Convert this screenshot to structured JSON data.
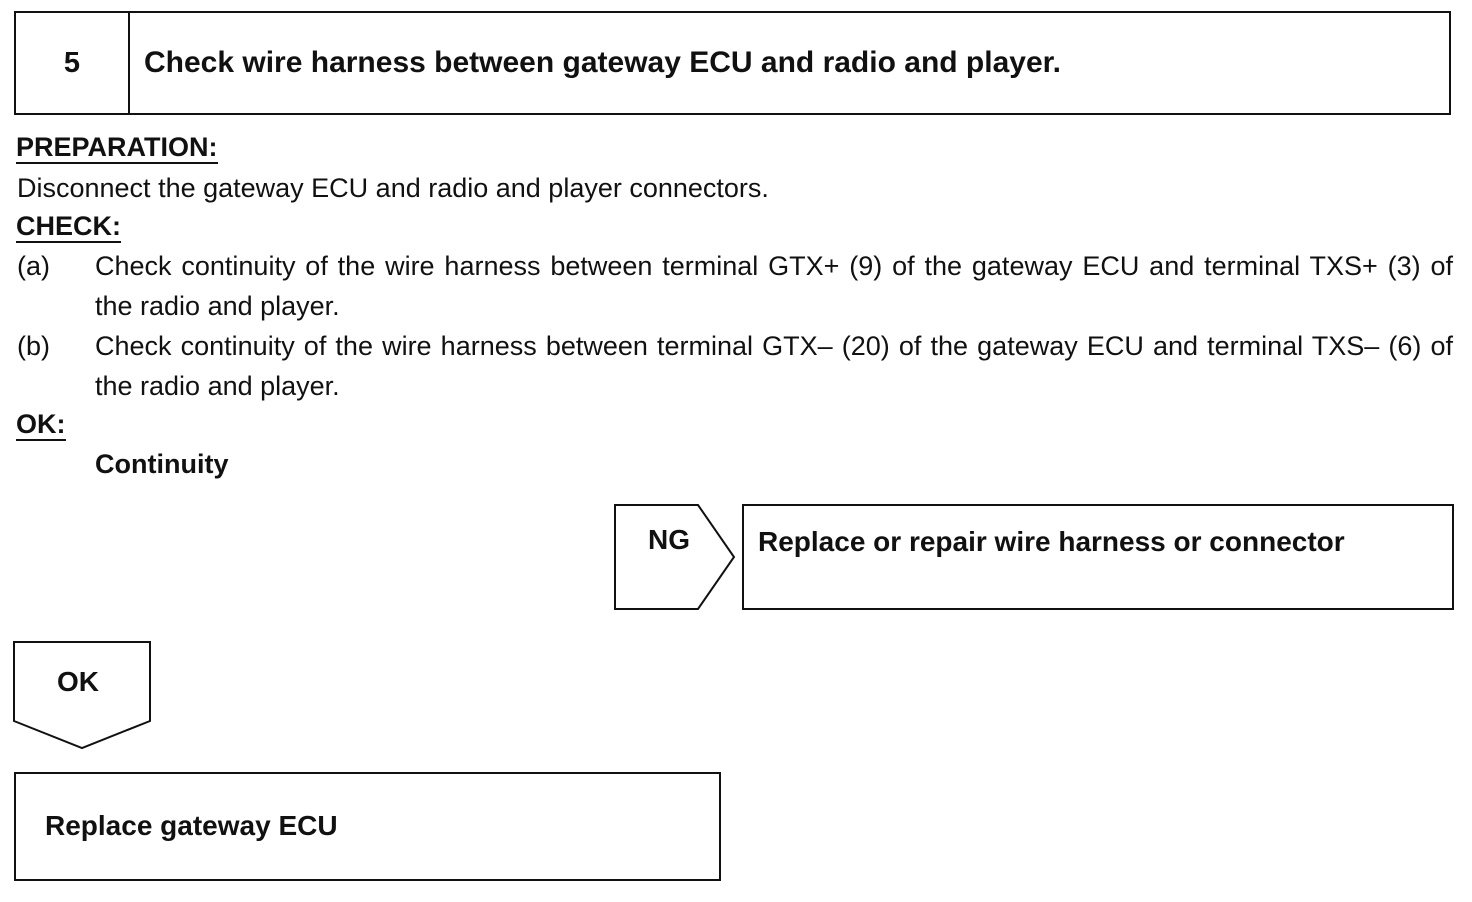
{
  "step": {
    "number": "5",
    "title": "Check wire harness between gateway ECU and radio and player."
  },
  "preparation": {
    "heading": "PREPARATION:",
    "text": "Disconnect the gateway ECU and radio and player connectors."
  },
  "check": {
    "heading": "CHECK:",
    "items": [
      {
        "mark": "(a)",
        "text": "Check continuity of the wire harness between terminal GTX+ (9) of the gateway ECU and terminal TXS+ (3) of the radio and player."
      },
      {
        "mark": "(b)",
        "text": "Check continuity of the wire harness between terminal GTX– (20) of the gateway ECU and terminal TXS– (6) of the radio and player."
      }
    ]
  },
  "ok_section": {
    "heading": "OK:",
    "value": "Continuity"
  },
  "ng_branch": {
    "tag": "NG",
    "action": "Replace or repair wire harness or connector"
  },
  "ok_branch": {
    "tag": "OK",
    "action": "Replace gateway ECU"
  }
}
